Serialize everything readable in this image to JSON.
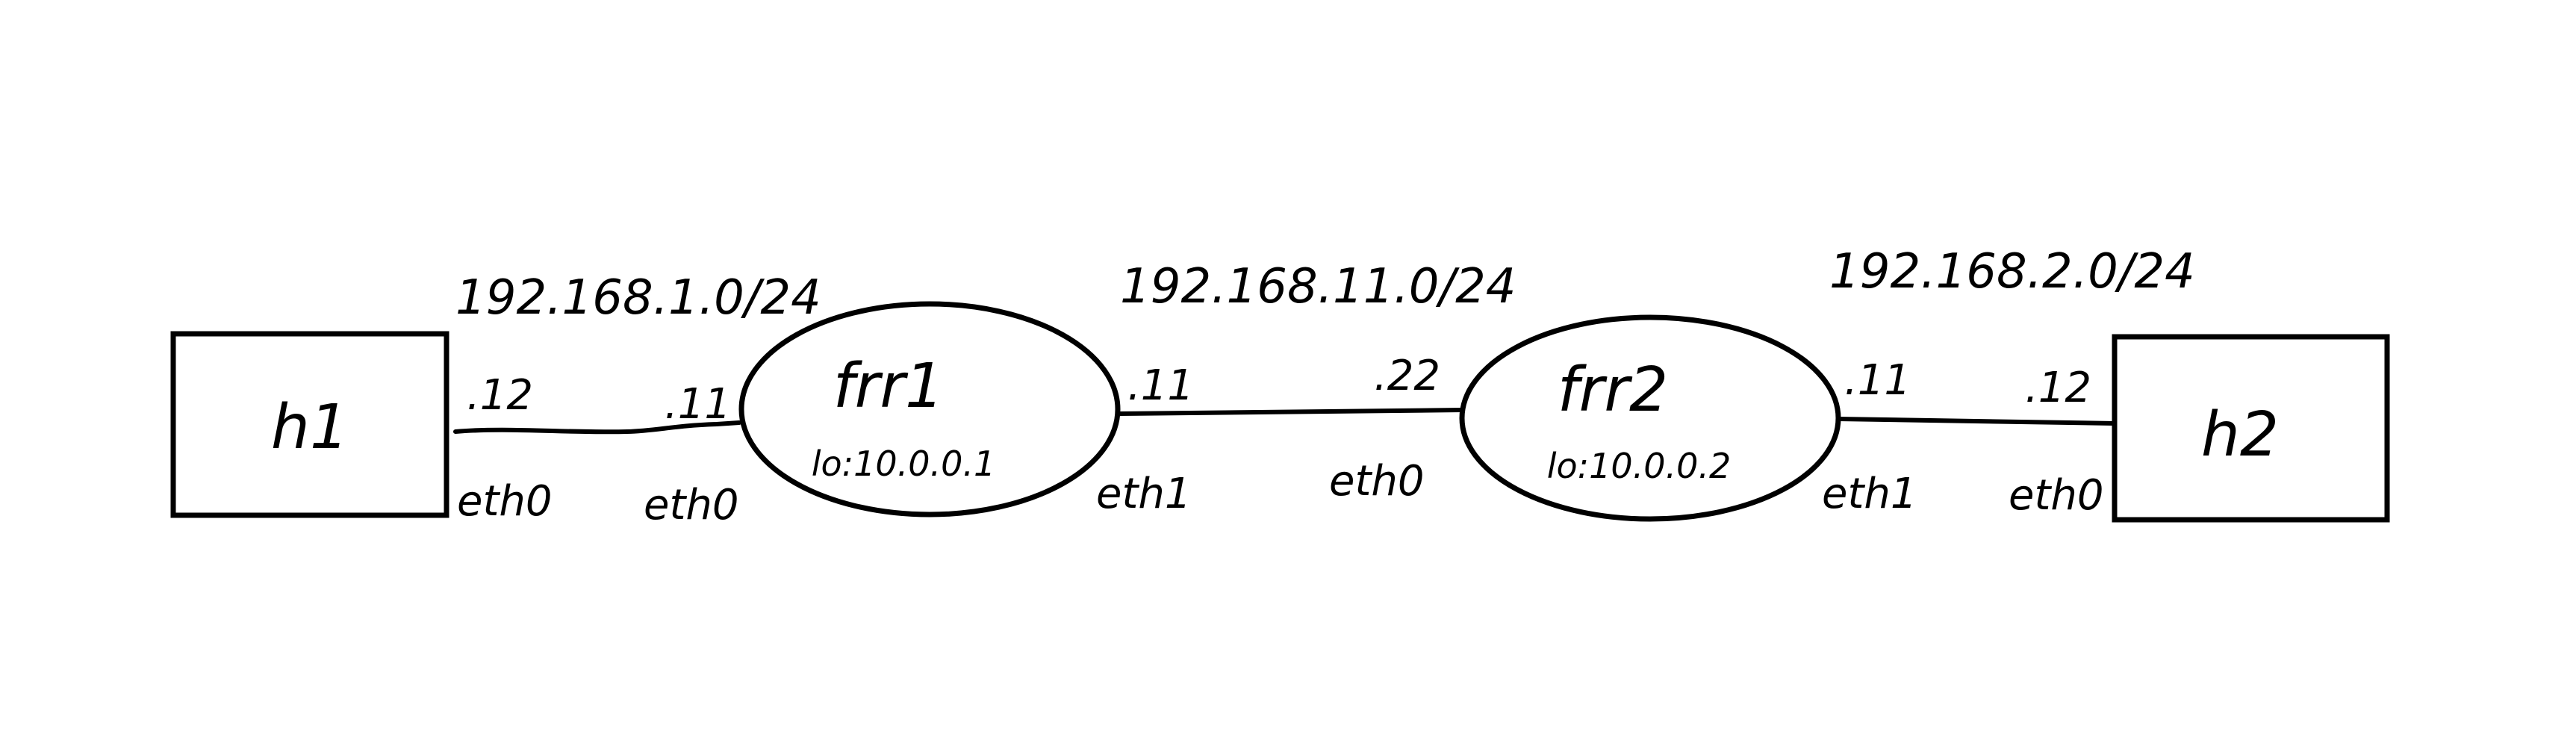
{
  "subnets": {
    "left": "192.168.1.0/24",
    "middle": "192.168.11.0/24",
    "right": "192.168.2.0/24"
  },
  "hosts": {
    "h1": {
      "label": "h1"
    },
    "h2": {
      "label": "h2"
    }
  },
  "routers": {
    "frr1": {
      "label": "frr1",
      "loopback": "lo:10.0.0.1"
    },
    "frr2": {
      "label": "frr2",
      "loopback": "lo:10.0.0.2"
    }
  },
  "links": {
    "h1_frr1": {
      "left_addr": ".12",
      "right_addr": ".11",
      "left_iface": "eth0",
      "right_iface": "eth0"
    },
    "frr1_frr2": {
      "left_addr": ".11",
      "right_addr": ".22",
      "left_iface": "eth1",
      "right_iface": "eth0"
    },
    "frr2_h2": {
      "left_addr": ".11",
      "right_addr": ".12",
      "left_iface": "eth1",
      "right_iface": "eth0"
    }
  }
}
